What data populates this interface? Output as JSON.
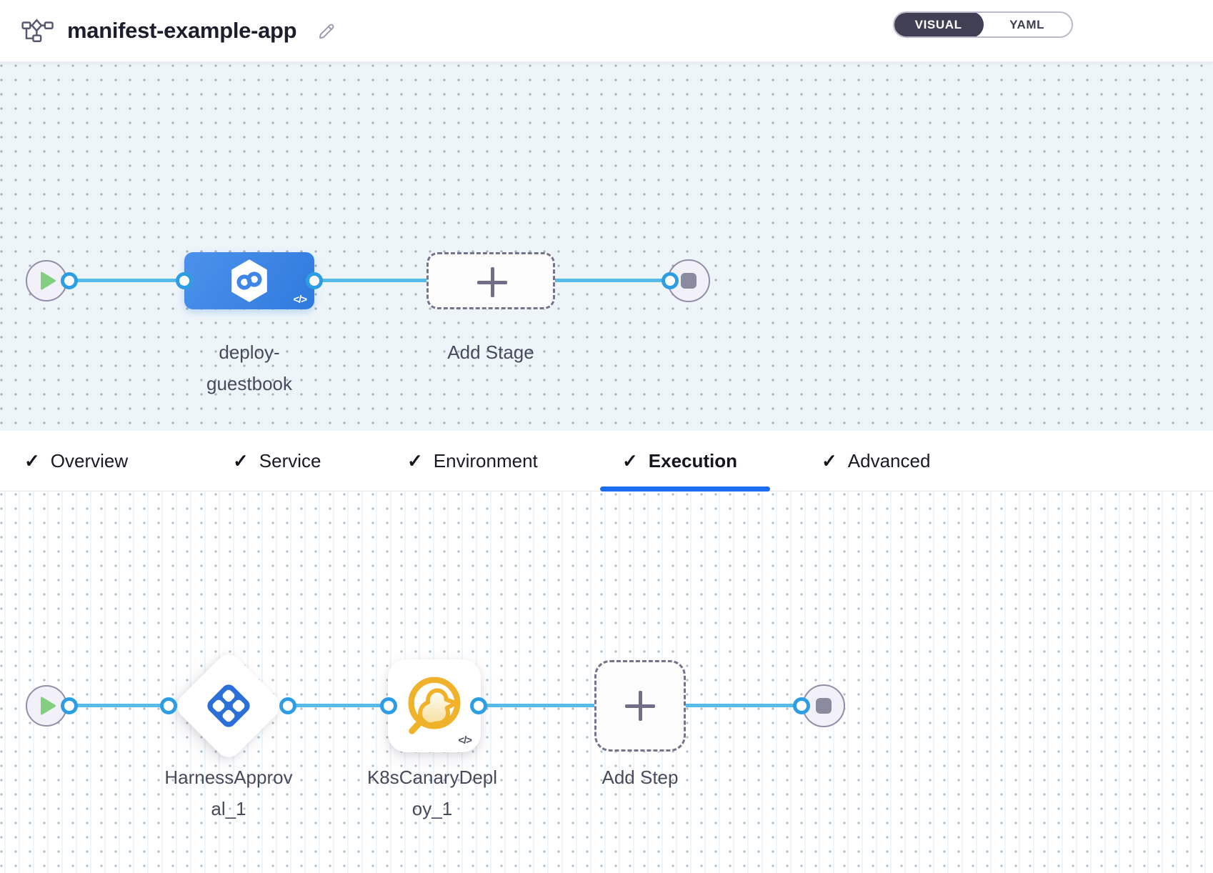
{
  "header": {
    "title": "manifest-example-app",
    "toggle": {
      "visual_label": "VISUAL",
      "yaml_label": "YAML",
      "selected": "VISUAL"
    }
  },
  "stage_canvas": {
    "stage": {
      "name": "deploy-guestbook",
      "label_lines": [
        "deploy-",
        "guestbook"
      ],
      "code_badge": "</>"
    },
    "add_stage_label": "Add Stage"
  },
  "tabs": {
    "check_glyph": "✓",
    "items": [
      {
        "label": "Overview"
      },
      {
        "label": "Service"
      },
      {
        "label": "Environment"
      },
      {
        "label": "Execution"
      },
      {
        "label": "Advanced"
      }
    ],
    "active": "Execution"
  },
  "execution_canvas": {
    "steps": [
      {
        "name": "HarnessApproval_1",
        "label_lines": [
          "HarnessApprov",
          "al_1"
        ]
      },
      {
        "name": "K8sCanaryDeploy_1",
        "label_lines": [
          "K8sCanaryDepl",
          "oy_1"
        ],
        "code_badge": "</>"
      }
    ],
    "add_step_label": "Add Step"
  },
  "colors": {
    "connector": "#57bbe9",
    "port_ring": "#2d9ee4",
    "stage_gradient_start": "#4c92eb",
    "stage_gradient_end": "#2f7ade",
    "tab_underline": "#1b6cf0",
    "canary_amber": "#efb22a",
    "approval_blue": "#2a70d6",
    "play_green": "#83ce7f"
  }
}
